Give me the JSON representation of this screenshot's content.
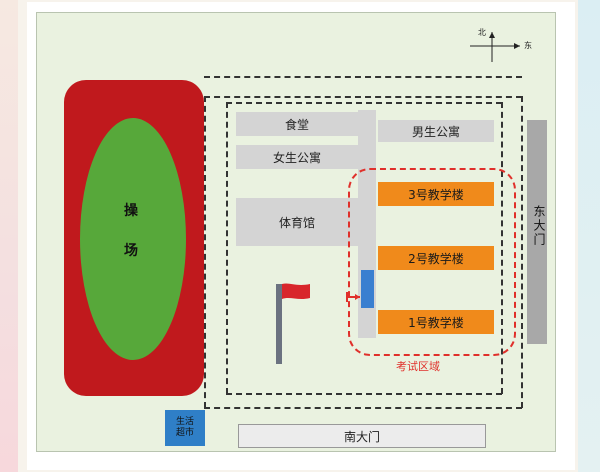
{
  "compass": {
    "north": "北",
    "east": "东"
  },
  "playground": {
    "label_top": "操",
    "label_bottom": "场"
  },
  "buildings": {
    "canteen": "食堂",
    "female_dorm": "女生公寓",
    "male_dorm": "男生公寓",
    "gym": "体育馆",
    "building_3": "3号教学楼",
    "building_2": "2号教学楼",
    "building_1": "1号教学楼",
    "supermarket_line1": "生活",
    "supermarket_line2": "超市"
  },
  "gates": {
    "east": "东大门",
    "south": "南大门"
  },
  "exam_area_label": "考试区域",
  "colors": {
    "track": "#c0191d",
    "field": "#57a83a",
    "classroom": "#f08a1b",
    "exam_outline": "#e0302b",
    "supermarket": "#2f7fc7"
  }
}
